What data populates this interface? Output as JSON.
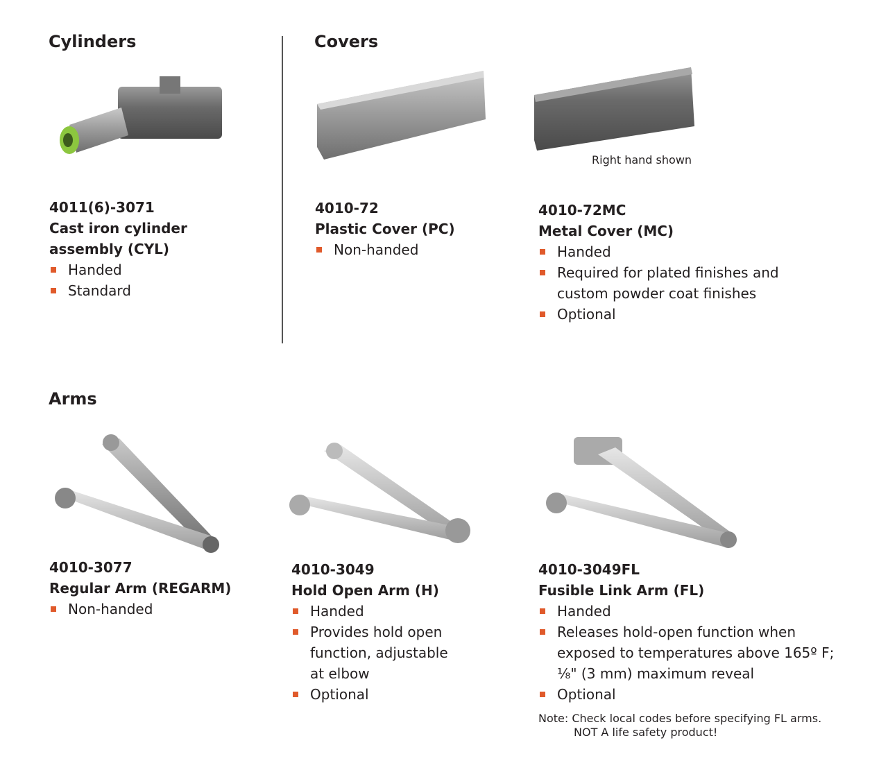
{
  "sections": {
    "cylinders": "Cylinders",
    "covers": "Covers",
    "arms": "Arms"
  },
  "accent_color": "#e05a2b",
  "products": {
    "cylinder": {
      "part": "4011(6)-3071",
      "name_line1": "Cast iron cylinder",
      "name_line2": "assembly (CYL)",
      "bullets": [
        "Handed",
        "Standard"
      ]
    },
    "plastic_cover": {
      "part": "4010-72",
      "name": "Plastic Cover (PC)",
      "bullets": [
        "Non-handed"
      ]
    },
    "metal_cover": {
      "part": "4010-72MC",
      "name": "Metal Cover (MC)",
      "caption": "Right hand shown",
      "bullets": [
        "Handed",
        "Required for plated finishes and custom powder coat finishes",
        "Optional"
      ]
    },
    "regular_arm": {
      "part": "4010-3077",
      "name": "Regular Arm (REGARM)",
      "bullets": [
        "Non-handed"
      ]
    },
    "hold_open_arm": {
      "part": "4010-3049",
      "name": "Hold Open Arm (H)",
      "bullets": [
        "Handed",
        "Provides hold open function, adjustable at elbow",
        "Optional"
      ]
    },
    "fusible_link_arm": {
      "part": "4010-3049FL",
      "name": "Fusible Link Arm (FL)",
      "bullets": [
        "Handed",
        "Releases hold-open function when exposed to temperatures above 165º F; ¹⁄₈\" (3 mm) maximum reveal",
        "Optional"
      ],
      "note_line1": "Note: Check local codes before specifying FL arms.",
      "note_line2": "NOT A life safety product!"
    }
  }
}
